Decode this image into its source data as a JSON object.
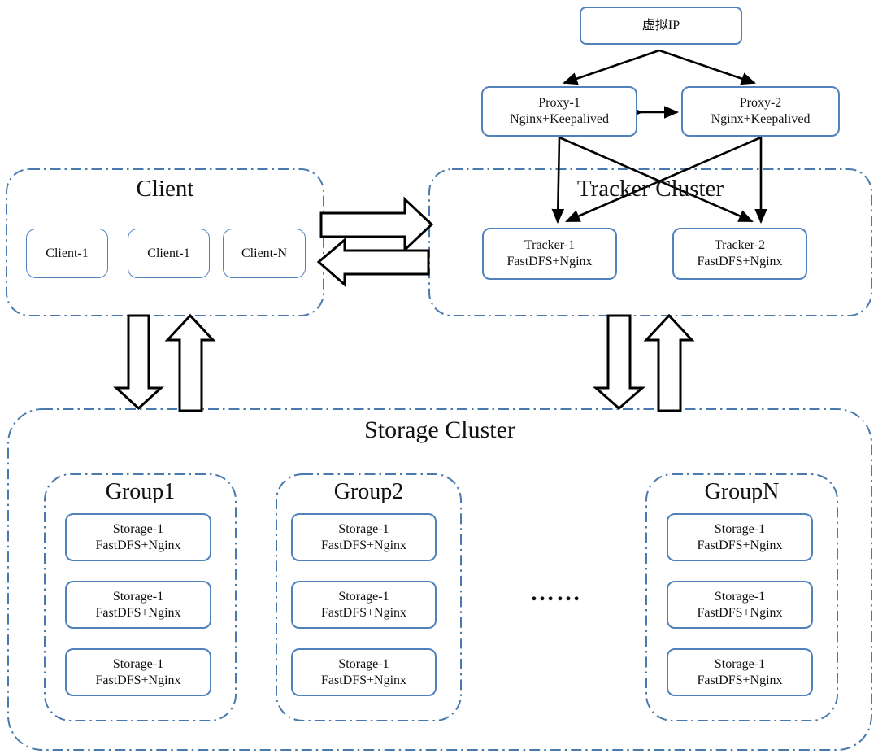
{
  "colors": {
    "node_border": "#4f81bd",
    "container_border": "#4a79ad",
    "arrow": "#000000"
  },
  "virtual_ip": {
    "label": "虚拟IP"
  },
  "proxies": [
    {
      "line1": "Proxy-1",
      "line2": "Nginx+Keepalived"
    },
    {
      "line1": "Proxy-2",
      "line2": "Nginx+Keepalived"
    }
  ],
  "client_cluster": {
    "title": "Client",
    "nodes": [
      {
        "label": "Client-1"
      },
      {
        "label": "Client-1"
      },
      {
        "label": "Client-N"
      }
    ]
  },
  "tracker_cluster": {
    "title": "Tracker Cluster",
    "nodes": [
      {
        "line1": "Tracker-1",
        "line2": "FastDFS+Nginx"
      },
      {
        "line1": "Tracker-2",
        "line2": "FastDFS+Nginx"
      }
    ]
  },
  "storage_cluster": {
    "title": "Storage Cluster",
    "ellipsis": "……",
    "groups": [
      {
        "title": "Group1",
        "nodes": [
          {
            "line1": "Storage-1",
            "line2": "FastDFS+Nginx"
          },
          {
            "line1": "Storage-1",
            "line2": "FastDFS+Nginx"
          },
          {
            "line1": "Storage-1",
            "line2": "FastDFS+Nginx"
          }
        ]
      },
      {
        "title": "Group2",
        "nodes": [
          {
            "line1": "Storage-1",
            "line2": "FastDFS+Nginx"
          },
          {
            "line1": "Storage-1",
            "line2": "FastDFS+Nginx"
          },
          {
            "line1": "Storage-1",
            "line2": "FastDFS+Nginx"
          }
        ]
      },
      {
        "title": "GroupN",
        "nodes": [
          {
            "line1": "Storage-1",
            "line2": "FastDFS+Nginx"
          },
          {
            "line1": "Storage-1",
            "line2": "FastDFS+Nginx"
          },
          {
            "line1": "Storage-1",
            "line2": "FastDFS+Nginx"
          }
        ]
      }
    ]
  }
}
